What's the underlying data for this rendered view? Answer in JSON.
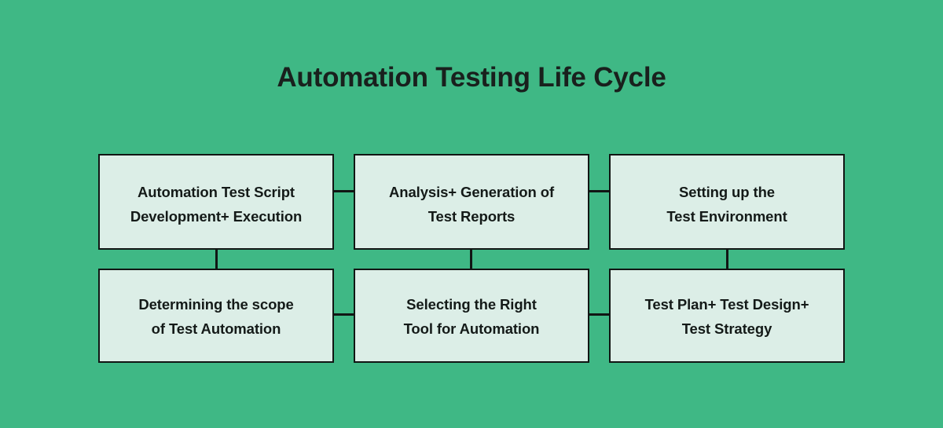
{
  "page": {
    "title": "Automation Testing Life Cycle",
    "background_color": "#3fb885",
    "node_fill_color": "#dceee7",
    "node_border_color": "#111614",
    "text_color": "#141a18"
  },
  "diagram": {
    "type": "flowchart",
    "rows": 2,
    "columns": 3,
    "nodes": [
      {
        "id": "node-1",
        "row": 1,
        "column": 1,
        "label": "Automation Test Script\nDevelopment+ Execution"
      },
      {
        "id": "node-2",
        "row": 1,
        "column": 2,
        "label": "Analysis+ Generation of\nTest Reports"
      },
      {
        "id": "node-3",
        "row": 1,
        "column": 3,
        "label": "Setting up the\nTest Environment"
      },
      {
        "id": "node-4",
        "row": 2,
        "column": 1,
        "label": "Determining the scope\nof Test Automation"
      },
      {
        "id": "node-5",
        "row": 2,
        "column": 2,
        "label": "Selecting the Right\nTool for Automation"
      },
      {
        "id": "node-6",
        "row": 2,
        "column": 3,
        "label": "Test Plan+ Test Design+\nTest Strategy"
      }
    ],
    "connectors": [
      {
        "id": "connector-1",
        "orientation": "horizontal",
        "from": "node-1",
        "to": "node-2"
      },
      {
        "id": "connector-2",
        "orientation": "horizontal",
        "from": "node-2",
        "to": "node-3"
      },
      {
        "id": "connector-3",
        "orientation": "horizontal",
        "from": "node-4",
        "to": "node-5"
      },
      {
        "id": "connector-4",
        "orientation": "horizontal",
        "from": "node-5",
        "to": "node-6"
      },
      {
        "id": "connector-5",
        "orientation": "vertical",
        "from": "node-1",
        "to": "node-4"
      },
      {
        "id": "connector-6",
        "orientation": "vertical",
        "from": "node-2",
        "to": "node-5"
      },
      {
        "id": "connector-7",
        "orientation": "vertical",
        "from": "node-3",
        "to": "node-6"
      }
    ]
  }
}
